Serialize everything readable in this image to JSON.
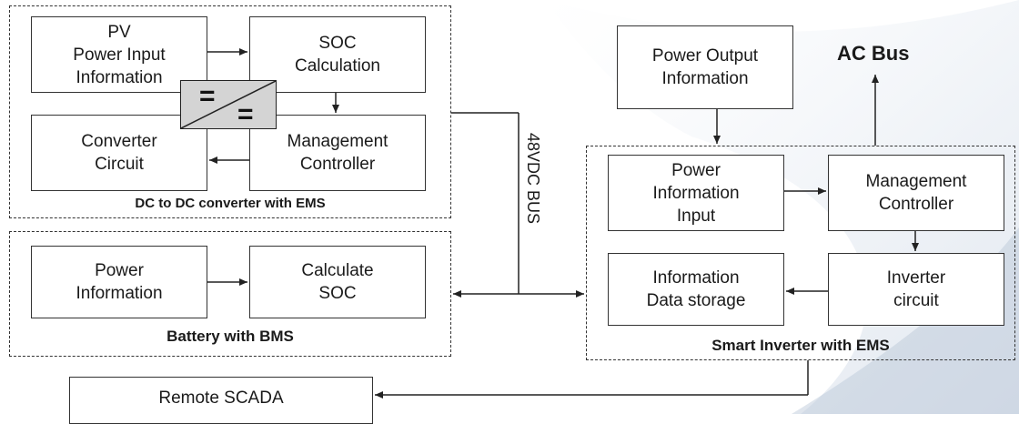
{
  "dc_dc_group": {
    "caption": "DC to DC converter with EMS",
    "pv_box": "PV\nPower Input\nInformation",
    "soc_calc_box": "SOC\nCalculation",
    "converter_box": "Converter\nCircuit",
    "mgmt_box": "Management\nController",
    "converter_symbol": "="
  },
  "battery_group": {
    "caption": "Battery with BMS",
    "power_box": "Power\nInformation",
    "calc_box": "Calculate\nSOC"
  },
  "inverter_group": {
    "caption": "Smart Inverter with EMS",
    "power_input_box": "Power\nInformation\nInput",
    "mgmt_box": "Management\nController",
    "storage_box": "Information\nData storage",
    "inverter_box": "Inverter\ncircuit"
  },
  "power_output_box": "Power Output\nInformation",
  "ac_bus_label": "AC Bus",
  "dc_bus_label": "48VDC BUS",
  "scada_box": "Remote SCADA"
}
